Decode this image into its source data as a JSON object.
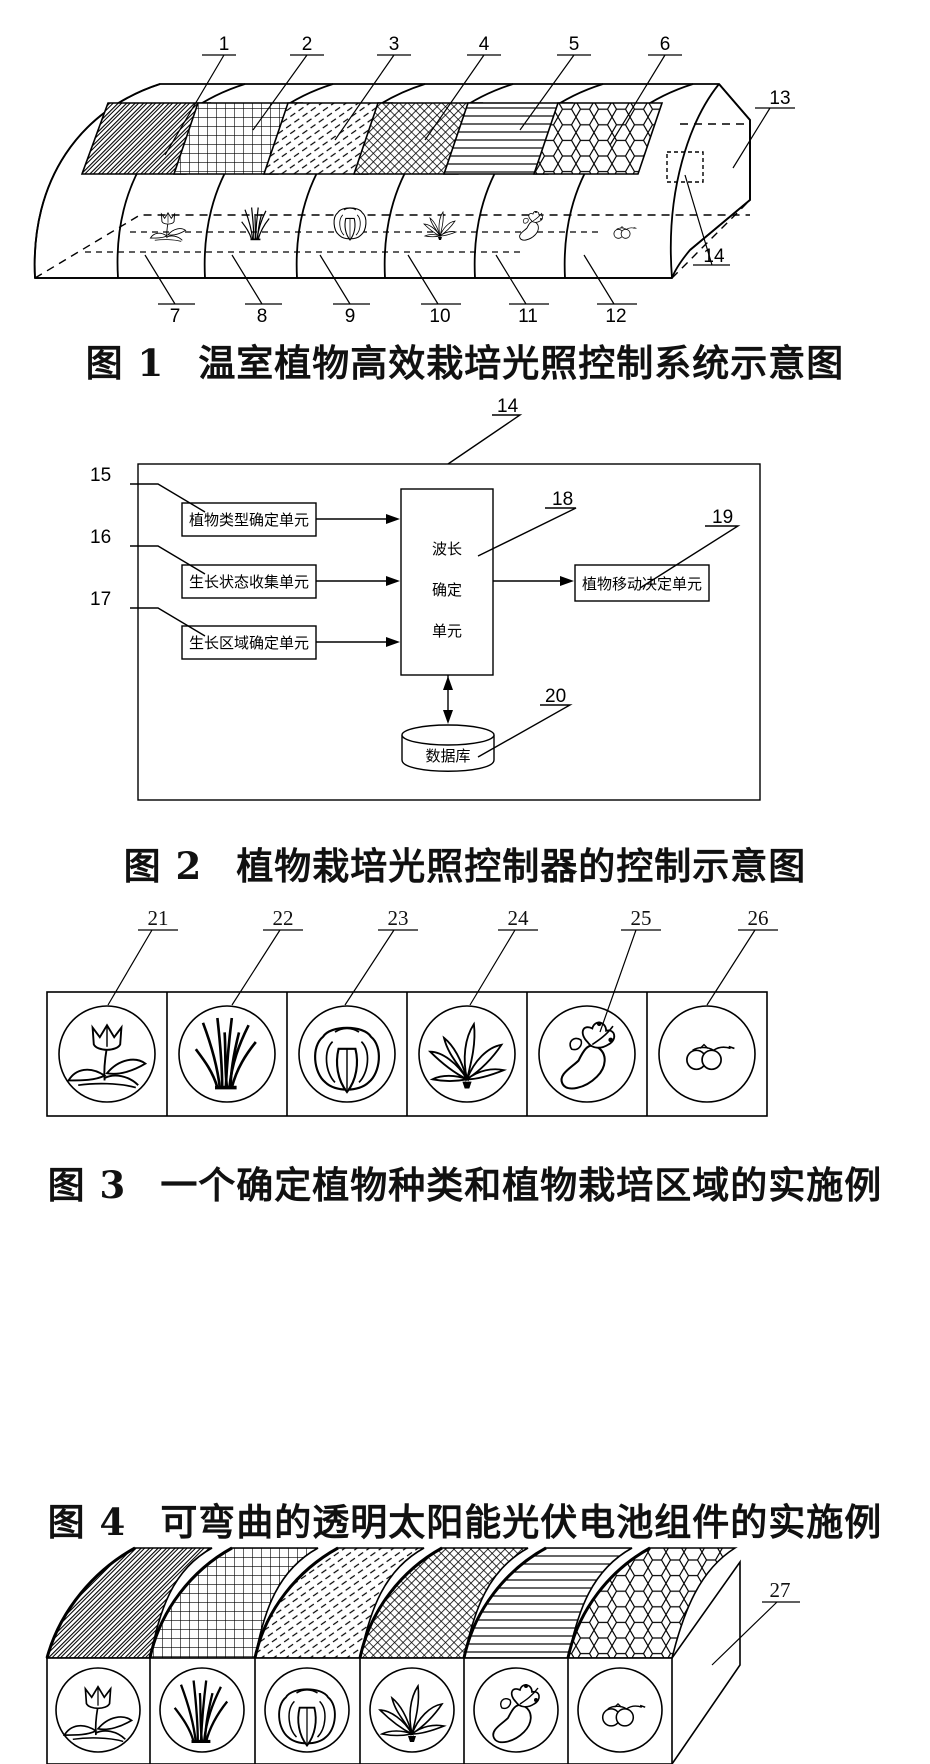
{
  "fig1": {
    "caption_num": "图 1",
    "caption_text": "温室植物高效栽培光照控制系统示意图",
    "panel_labels": [
      "1",
      "2",
      "3",
      "4",
      "5",
      "6"
    ],
    "zone_labels": [
      "7",
      "8",
      "9",
      "10",
      "11",
      "12"
    ],
    "end_label": "13",
    "controller_label": "14"
  },
  "fig2": {
    "caption_num": "图 2",
    "caption_text": "植物栽培光照控制器的控制示意图",
    "outer_label": "14",
    "inputs": [
      {
        "num": "15",
        "text": "植物类型确定单元"
      },
      {
        "num": "16",
        "text": "生长状态收集单元"
      },
      {
        "num": "17",
        "text": "生长区域确定单元"
      }
    ],
    "center": {
      "num": "18",
      "lines": [
        "波长",
        "确定",
        "单元"
      ]
    },
    "output": {
      "num": "19",
      "text": "植物移动决定单元"
    },
    "database": {
      "num": "20",
      "text": "数据库"
    }
  },
  "fig3": {
    "caption_num": "图 3",
    "caption_text": "一个确定植物种类和植物栽培区域的实施例",
    "cell_labels": [
      "21",
      "22",
      "23",
      "24",
      "25",
      "26"
    ]
  },
  "fig4": {
    "caption_num": "图 4",
    "caption_text": "可弯曲的透明太阳能光伏电池组件的实施例",
    "end_label": "27"
  }
}
